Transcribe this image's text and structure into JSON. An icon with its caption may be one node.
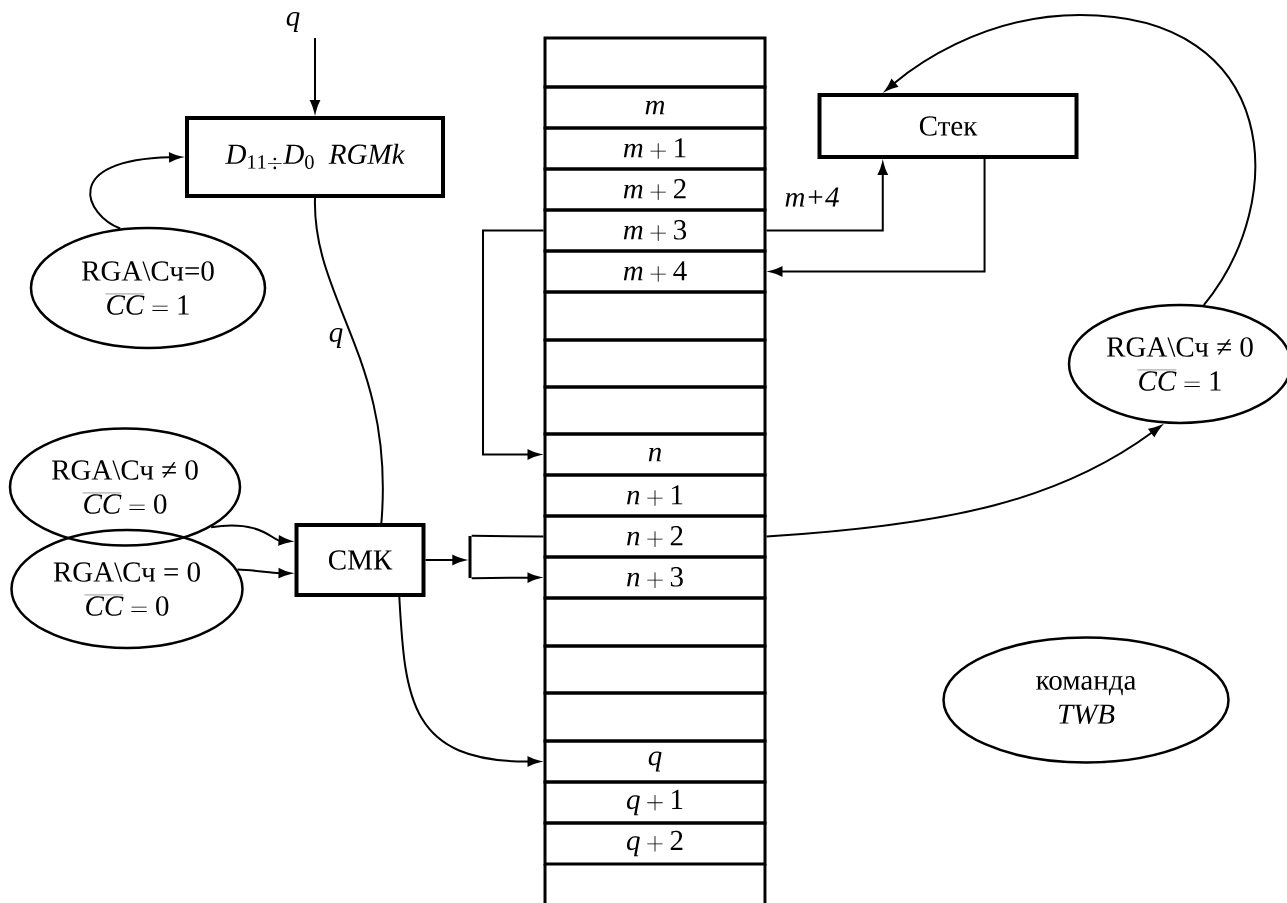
{
  "diagram": {
    "nodes": [
      {
        "text": [
          "D_{11\\div}D_{0}\\;\\;RGMk"
        ]
      },
      {
        "text": [
          "RGA\\Сч=0",
          "\\overline{CC}=1"
        ]
      },
      {
        "text": [
          "Стек"
        ]
      },
      {
        "text": [
          "RGA\\Сч ≠ 0",
          "\\overline{CC}=1"
        ]
      },
      {
        "text": [
          "RGA\\Сч ≠ 0",
          "\\overline{CC}=0"
        ]
      },
      {
        "text": [
          "RGA\\Сч = 0",
          "\\overline{CC}=0"
        ]
      },
      {
        "text": [
          "СМК"
        ]
      },
      {
        "text": [
          "команда *TWB*"
        ]
      },
      {
        "text": [],
        "shape": "box"
      },
      {
        "text": [
          "m"
        ]
      },
      {
        "text": [
          "m+1"
        ]
      },
      {
        "text": [
          "m+2"
        ]
      },
      {
        "text": [
          "m+3"
        ]
      },
      {
        "text": [
          "m+4"
        ]
      },
      {
        "text": [],
        "shape": "box"
      },
      {
        "text": [],
        "shape": "box"
      },
      {
        "text": [],
        "shape": "box"
      },
      {
        "text": [
          "n"
        ]
      },
      {
        "text": [
          "n+1"
        ]
      },
      {
        "text": [
          "n+2"
        ]
      },
      {
        "text": [
          "n+3"
        ]
      },
      {
        "text": [],
        "shape": "box"
      },
      {
        "text": [],
        "shape": "box"
      },
      {
        "text": [],
        "shape": "box"
      },
      {
        "text": [
          "q"
        ]
      },
      {
        "text": [
          "q+1"
        ]
      },
      {
        "text": [
          "q+2"
        ]
      },
      {
        "text": [],
        "shape": "bar"
      }
    ],
    "edges": [
      {
        "from": null,
        "to": 0,
        "arrow": "to",
        "label": "q"
      },
      {
        "from": 1,
        "to": 0,
        "arrow": "to"
      },
      {
        "from": 0,
        "to": 6,
        "arrow": "none",
        "label": "q"
      },
      {
        "from": 4,
        "to": 6,
        "arrow": "to"
      },
      {
        "from": 5,
        "to": 6,
        "arrow": "to"
      },
      {
        "from": 6,
        "to": 27,
        "arrow": "to"
      },
      {
        "from": 27,
        "to": 19,
        "arrow": "none"
      },
      {
        "from": 6,
        "to": 24,
        "arrow": "to"
      },
      {
        "from": 12,
        "to": 17,
        "arrow": "to"
      },
      {
        "from": 12,
        "to": 2,
        "arrow": "to",
        "label": "m+4"
      },
      {
        "from": 2,
        "to": 13,
        "arrow": "to"
      },
      {
        "from": 19,
        "to": 3,
        "arrow": "to"
      },
      {
        "from": 3,
        "to": 2,
        "arrow": "to"
      },
      {
        "from": 27,
        "to": 20,
        "arrow": "to"
      }
    ]
  }
}
